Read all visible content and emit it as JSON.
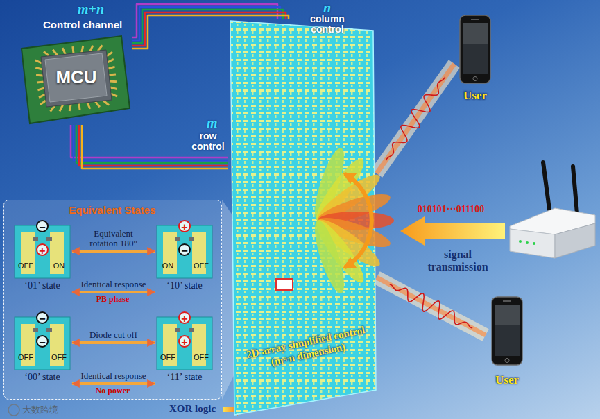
{
  "diagram": {
    "nodes": [
      {
        "text": [
          "MCU"
        ]
      },
      {
        "text": [
          "2D array simplified control (m+n dimension)"
        ]
      },
      {
        "text": [
          "User"
        ]
      },
      {
        "text": [
          "User"
        ]
      },
      {
        "text": [
          "Equivalent States"
        ]
      },
      {
        "text": [
          "OFF",
          "ON",
          "‘01’ state"
        ],
        "in": 4
      },
      {
        "text": [
          "−"
        ],
        "in": 5
      },
      {
        "text": [
          "+"
        ],
        "in": 5
      },
      {
        "text": [
          "ON",
          "OFF",
          "‘10’ state"
        ],
        "in": 4
      },
      {
        "text": [
          "+"
        ],
        "in": 8
      },
      {
        "text": [
          "−"
        ],
        "in": 8
      },
      {
        "text": [
          "OFF",
          "OFF",
          "‘00’ state"
        ],
        "in": 4
      },
      {
        "text": [
          "−"
        ],
        "in": 11
      },
      {
        "text": [
          "−"
        ],
        "in": 11
      },
      {
        "text": [
          "OFF",
          "OFF",
          "‘11’ state"
        ],
        "in": 4
      },
      {
        "text": [
          "+"
        ],
        "in": 14
      },
      {
        "text": [
          "+"
        ],
        "in": 14
      }
    ],
    "edges": [
      {
        "from": 0,
        "to": 1,
        "arrow": "none"
      },
      {
        "from": 0,
        "to": 1,
        "arrow": "none"
      },
      {
        "from": 1,
        "to": 2,
        "arrow": "none"
      },
      {
        "from": 1,
        "to": 3,
        "arrow": "none"
      },
      {
        "from": 5,
        "to": 8,
        "arrow": "both",
        "label": "Equivalent rotation 180°"
      },
      {
        "from": 5,
        "to": 8,
        "arrow": "both",
        "label": "Identical response"
      },
      {
        "from": 11,
        "to": 14,
        "arrow": "both",
        "label": "Diode cut off"
      },
      {
        "from": 11,
        "to": 14,
        "arrow": "both",
        "label": "Identical response"
      }
    ],
    "labels": [
      "m+n",
      "Control channel",
      "n",
      "column control",
      "m",
      "row control",
      "010101···011100",
      "signal transmission",
      "PB phase",
      "No power",
      "XOR logic",
      "大数跨境"
    ]
  }
}
